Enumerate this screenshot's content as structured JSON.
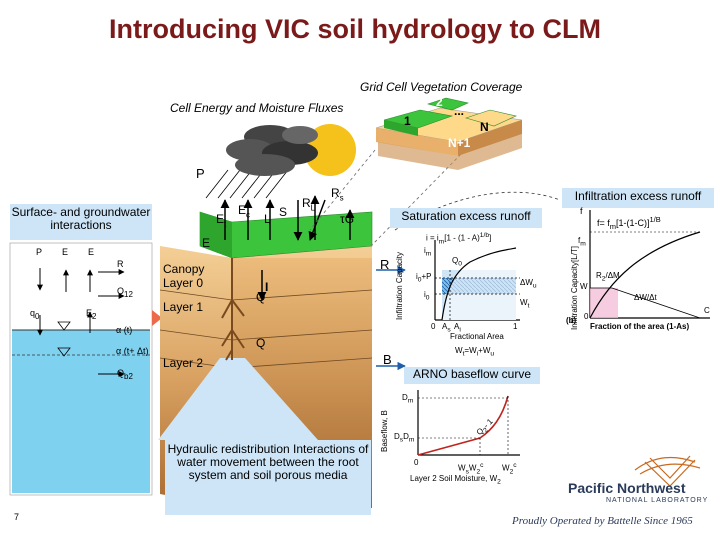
{
  "title": "Introducing VIC soil hydrology to CLM",
  "callouts": {
    "surface_groundwater": "Surface- and groundwater interactions",
    "saturation_runoff": "Saturation excess runoff",
    "infiltration_runoff": "Infiltration excess runoff",
    "baseflow": "ARNO baseflow  curve",
    "hydraulic": "Hydraulic redistribution Interactions of water movement between the root system and soil porous media"
  },
  "center_diagram": {
    "energy_fluxes": "Cell Energy and Moisture Fluxes",
    "veg_coverage": "Grid Cell Vegetation Coverage",
    "tile_1": "1",
    "tile_2": "2",
    "tile_n": "N",
    "tile_n1": "N+1",
    "dots": "...",
    "P": "P",
    "Rs": "R",
    "Rs_sub": "s",
    "Rl": "R",
    "Rl_sub": "L",
    "E1": "E",
    "E1_sub": "t",
    "Ec": "E",
    "Ec_sub": "c",
    "L": "L",
    "S": "S",
    "tauG": "τG",
    "Eb": "E",
    "Eb_sub": "",
    "R": "R",
    "I": "I",
    "Q1": "Q",
    "Q2": "Q",
    "B": "B",
    "canopy": "Canopy",
    "layer0": "Layer 0",
    "layer1": "Layer 1",
    "layer2": "Layer 2"
  },
  "left_diagram": {
    "P": "P",
    "Ed": "E",
    "E1": "E",
    "R": "R",
    "Q12": "Q",
    "Q12_sub": "12",
    "q0": "q",
    "q0_sub": "0",
    "E2": "E",
    "E2_sub": "2",
    "alpha_t": "α (t)",
    "alpha_tdt": "α (t+ Δt)",
    "Qb2": "Q",
    "Qb2_sub": "b2"
  },
  "saturation_plot": {
    "equation": "i = i",
    "equation_rest": "[1 - (1 - A)",
    "equation_end": "]",
    "ylabel": "Infiltration Capacity",
    "xlabel": "Fractional Area",
    "im": "i",
    "i0": "i",
    "i0pP": "i",
    "Q0": "Q",
    "dWu": "ΔW",
    "Wt": "W",
    "zero": "0",
    "one": "1",
    "As": "A",
    "Ai": "A",
    "footer": "W",
    "footer_rest": "=W",
    "footer_end": "+W"
  },
  "infiltration_plot": {
    "formula": "f= f",
    "formula_rest": "[1-(1-C)]",
    "ylabel": "Infiltration Capacity[L/T]",
    "xlabel": "Fraction of the area",
    "xlabel_paren": "(1-As)",
    "f": "f",
    "fm": "f",
    "R2dM": "R",
    "W": "W",
    "dWdt": "ΔW/Δt",
    "zero": "0",
    "C": "C",
    "panel": "(b)"
  },
  "baseflow_plot": {
    "ylabel": "Baseflow, B",
    "xlabel": "Layer 2 Soil Moisture, W",
    "Dm": "D",
    "DsDm": "D",
    "zero": "0",
    "WsW2c": "W",
    "W2c": "W",
    "slope": "Q",
    "slope_rest": "- 1"
  },
  "footer": {
    "page": "7",
    "org_line1": "Pacific Northwest",
    "org_line2": "NATIONAL LABORATORY",
    "tagline": "Proudly Operated by Battelle Since 1965"
  },
  "colors": {
    "title": "#7a1a1a",
    "callout_bg": "#cde5f7",
    "soil_top": "#efc48a",
    "soil_bottom": "#b87a3c",
    "vegetation": "#3cc43c",
    "water": "#7fd1f0"
  }
}
